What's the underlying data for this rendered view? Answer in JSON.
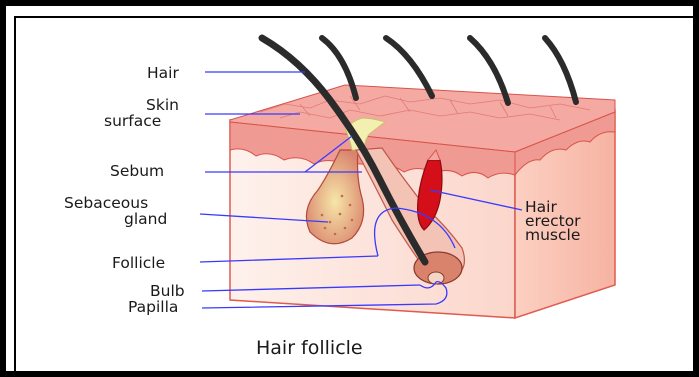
{
  "diagram": {
    "title": "Hair follicle",
    "labels": {
      "hair": "Hair",
      "skin_line1": "Skin",
      "skin_line2": "surface",
      "sebum": "Sebum",
      "sebaceous_line1": "Sebaceous",
      "sebaceous_line2": "gland",
      "follicle": "Follicle",
      "bulb": "Bulb",
      "papilla": "Papilla",
      "muscle_line1": "Hair",
      "muscle_line2": "erector",
      "muscle_line3": "muscle"
    },
    "colors": {
      "leader_line": "#3a3aff",
      "skin_top": "#f2a6a0",
      "skin_side": "#fde3dc",
      "muscle": "#d40f1a",
      "hair": "#2b2b2b",
      "sebum": "#f3efb0"
    }
  }
}
